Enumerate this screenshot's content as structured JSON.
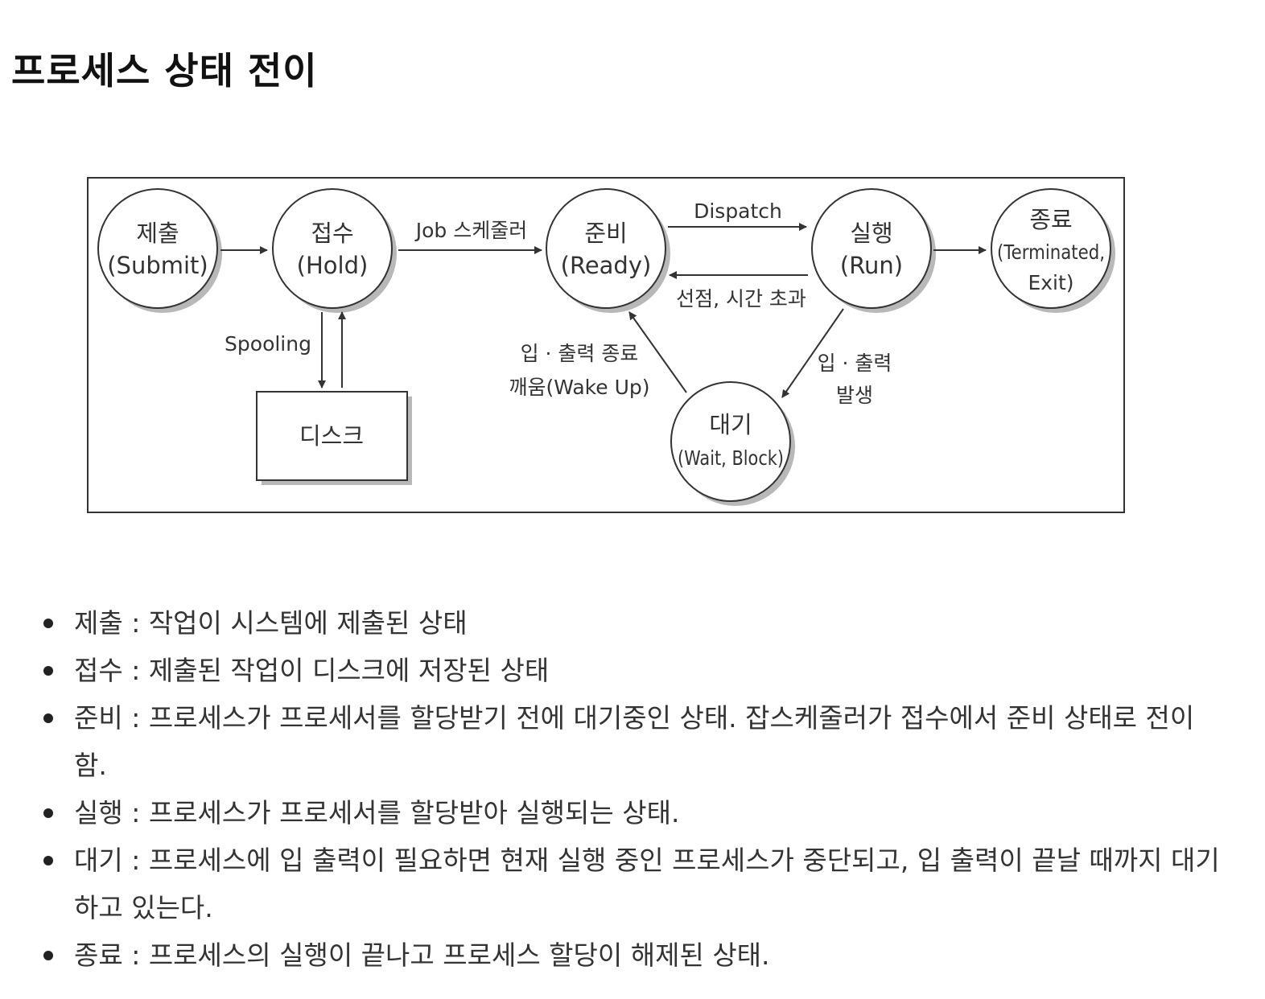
{
  "title": "프로세스 상태 전이",
  "diagram": {
    "nodes": {
      "submit": {
        "label": "제출",
        "sublabel": "(Submit)"
      },
      "hold": {
        "label": "접수",
        "sublabel": "(Hold)"
      },
      "ready": {
        "label": "준비",
        "sublabel": "(Ready)"
      },
      "run": {
        "label": "실행",
        "sublabel": "(Run)"
      },
      "terminated": {
        "label": "종료",
        "sublabel": "(Terminated,",
        "sublabel2": "Exit)"
      },
      "wait": {
        "label": "대기",
        "sublabel": "(Wait, Block)"
      },
      "disk": {
        "label": "디스크"
      }
    },
    "edges": {
      "job_scheduler": "Job 스케줄러",
      "dispatch": "Dispatch",
      "preempt": "선점, 시간 초과",
      "spooling": "Spooling",
      "io_done_1": "입 · 출력 종료",
      "io_done_2": "깨움(Wake Up)",
      "io_occur_1": "입 · 출력",
      "io_occur_2": "발생"
    }
  },
  "bullets": [
    "제출 : 작업이 시스템에 제출된 상태",
    "접수 : 제출된 작업이 디스크에 저장된 상태",
    "준비 : 프로세스가 프로세서를 할당받기 전에 대기중인 상태. 잡스케줄러가 접수에서 준비 상태로 전이함.",
    "실행 : 프로세스가 프로세서를 할당받아 실행되는 상태.",
    "대기 : 프로세스에 입 출력이 필요하면 현재 실행 중인 프로세스가 중단되고, 입 출력이 끝날 때까지 대기하고 있는다.",
    "종료 : 프로세스의 실행이 끝나고 프로세스 할당이 해제된 상태."
  ]
}
